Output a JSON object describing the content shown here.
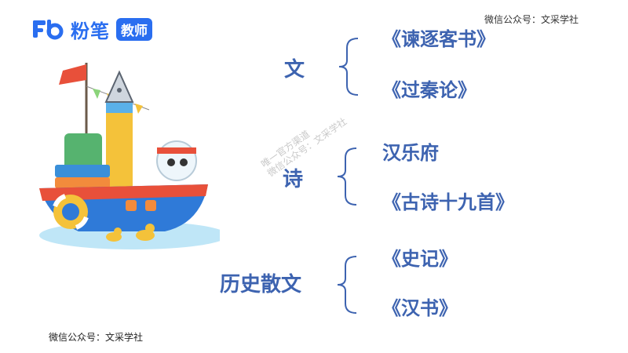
{
  "logo": {
    "text": "粉笔",
    "badge": "教师"
  },
  "watermark_top": "微信公众号：文采学社",
  "watermark_bottom": "微信公众号：文采学社",
  "watermark_center": [
    "唯一官方渠道",
    "微信公众号：文采学社"
  ],
  "tree": [
    {
      "category": "文",
      "items": [
        "《谏逐客书》",
        "《过秦论》"
      ]
    },
    {
      "category": "诗",
      "items": [
        "汉乐府",
        "《古诗十九首》"
      ]
    },
    {
      "category": "历史散文",
      "items": [
        "《史记》",
        "《汉书》"
      ]
    }
  ],
  "colors": {
    "accent": "#3d63b0",
    "brand": "#2a6ef0"
  }
}
